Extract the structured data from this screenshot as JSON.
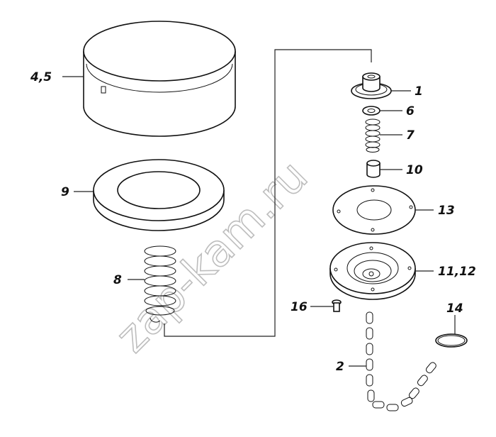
{
  "labels": {
    "p45": "4,5",
    "p9": "9",
    "p8": "8",
    "p1": "1",
    "p6": "6",
    "p7": "7",
    "p10": "10",
    "p13": "13",
    "p1112": "11,12",
    "p16": "16",
    "p14": "14",
    "p2": "2"
  },
  "watermark": "zap-kam.ru"
}
